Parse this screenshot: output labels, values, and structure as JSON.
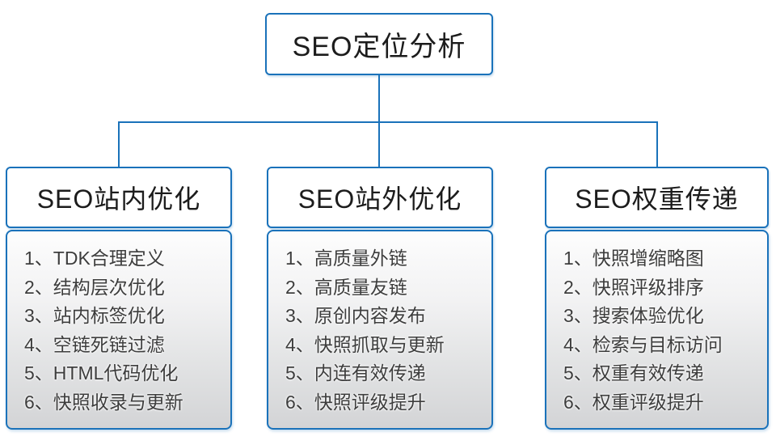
{
  "diagram": {
    "title": "SEO定位分析",
    "colors": {
      "line_and_border": "#1a72ba",
      "header_text": "#1c1c1c",
      "item_text": "#3d3d3d",
      "list_gradient_top": "#fdfdfd",
      "list_gradient_bottom": "#d3d4d6",
      "background": "#ffffff"
    },
    "columns": [
      {
        "title": "SEO站内优化",
        "items": [
          "1、TDK合理定义",
          "2、结构层次优化",
          "3、站内标签优化",
          "4、空链死链过滤",
          "5、HTML代码优化",
          "6、快照收录与更新"
        ]
      },
      {
        "title": "SEO站外优化",
        "items": [
          "1、高质量外链",
          "2、高质量友链",
          "3、原创内容发布",
          "4、快照抓取与更新",
          "5、内连有效传递",
          "6、快照评级提升"
        ]
      },
      {
        "title": "SEO权重传递",
        "items": [
          "1、快照增缩略图",
          "2、快照评级排序",
          "3、搜索体验优化",
          "4、检索与目标访问",
          "5、权重有效传递",
          "6、权重评级提升"
        ]
      }
    ]
  }
}
